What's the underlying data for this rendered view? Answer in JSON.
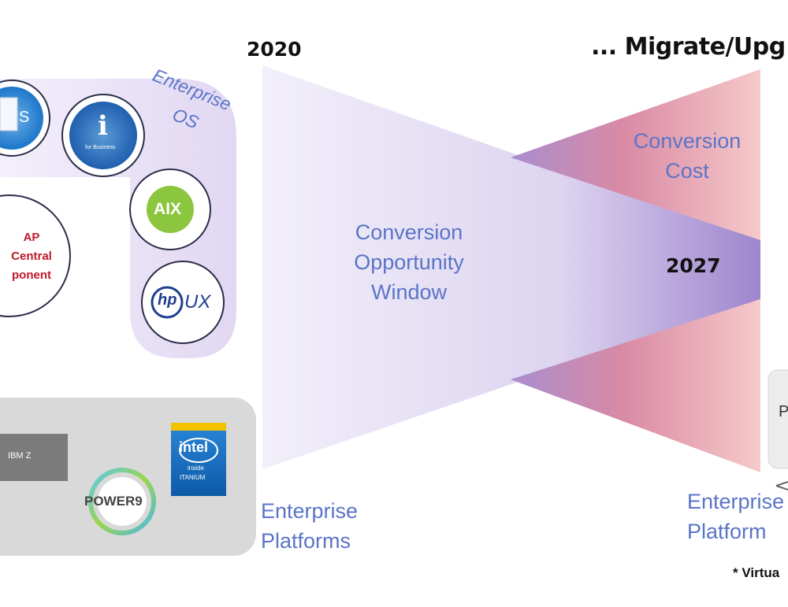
{
  "years": {
    "start": "2020",
    "end": "2027"
  },
  "headline": "... Migrate/Upg",
  "enterprise_os": {
    "label": "Enterprise OS",
    "line1": "Enterprise",
    "line2": "OS"
  },
  "os_icons": {
    "zos_text": "S",
    "ibmi_sub": "for Business",
    "ibmi_letter": "i",
    "aix": "AIX",
    "hpux_logo": "hp",
    "hpux_text": "UX"
  },
  "sap_component": {
    "line1": "AP",
    "line2": "Central",
    "line3": "ponent"
  },
  "platforms": {
    "ibm_z": "IBM Z",
    "power9": "POWER9",
    "intel": "intel",
    "intel_inside": "inside",
    "intel_itanium": "ITANIUM"
  },
  "conversion_cost": {
    "line1": "Conversion",
    "line2": "Cost"
  },
  "opportunity_window": {
    "line1": "Conversion",
    "line2": "Opportunity",
    "line3": "Window"
  },
  "enterprise_platforms_left": {
    "line1": "Enterprise",
    "line2": "Platforms"
  },
  "enterprise_platform_right": {
    "line1": "Enterprise",
    "line2": "Platform"
  },
  "right_card_letter": "P",
  "footnote": "* Virtua",
  "colors": {
    "accent_blue": "#5b74c8",
    "cost_red": "#e8848c",
    "window_purple": "#a08ad0",
    "sap_red": "#c0182a",
    "aix_green": "#8cc63f",
    "intel_blue": "#1a6fc1"
  }
}
